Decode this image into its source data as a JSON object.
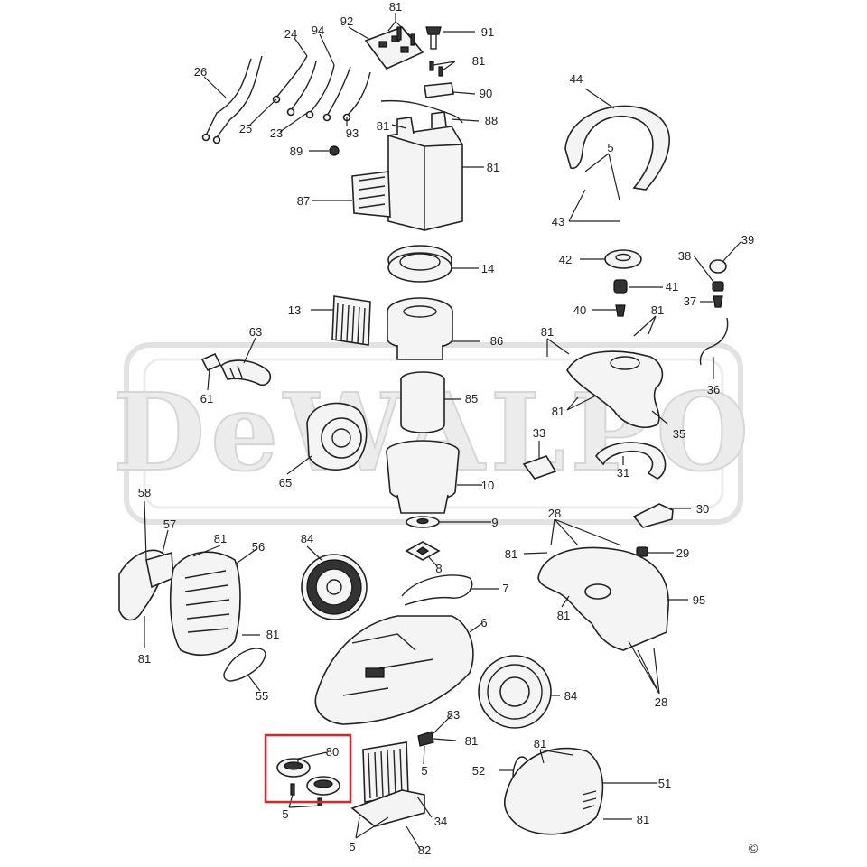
{
  "watermark": "DeWALPO",
  "copyright": "©",
  "highlight": {
    "color": "#d8262d",
    "parts": [
      "80",
      "5"
    ]
  },
  "colors": {
    "line": "#222222",
    "fill": "#f4f4f4",
    "watermark": "#e3e3e3"
  },
  "callouts": [
    {
      "id": "81a",
      "label": "81"
    },
    {
      "id": "91",
      "label": "91"
    },
    {
      "id": "92",
      "label": "92"
    },
    {
      "id": "24",
      "label": "24"
    },
    {
      "id": "94",
      "label": "94"
    },
    {
      "id": "81b",
      "label": "81"
    },
    {
      "id": "26",
      "label": "26"
    },
    {
      "id": "90",
      "label": "90"
    },
    {
      "id": "25",
      "label": "25"
    },
    {
      "id": "23",
      "label": "23"
    },
    {
      "id": "93",
      "label": "93"
    },
    {
      "id": "88",
      "label": "88"
    },
    {
      "id": "81c",
      "label": "81"
    },
    {
      "id": "89",
      "label": "89"
    },
    {
      "id": "81d",
      "label": "81"
    },
    {
      "id": "87",
      "label": "87"
    },
    {
      "id": "44",
      "label": "44"
    },
    {
      "id": "5a",
      "label": "5"
    },
    {
      "id": "43",
      "label": "43"
    },
    {
      "id": "39",
      "label": "39"
    },
    {
      "id": "38",
      "label": "38"
    },
    {
      "id": "42",
      "label": "42"
    },
    {
      "id": "14",
      "label": "14"
    },
    {
      "id": "41",
      "label": "41"
    },
    {
      "id": "37",
      "label": "37"
    },
    {
      "id": "13",
      "label": "13"
    },
    {
      "id": "40",
      "label": "40"
    },
    {
      "id": "81e",
      "label": "81"
    },
    {
      "id": "86",
      "label": "86"
    },
    {
      "id": "63",
      "label": "63"
    },
    {
      "id": "81f",
      "label": "81"
    },
    {
      "id": "36",
      "label": "36"
    },
    {
      "id": "61",
      "label": "61"
    },
    {
      "id": "85",
      "label": "85"
    },
    {
      "id": "81g",
      "label": "81"
    },
    {
      "id": "35",
      "label": "35"
    },
    {
      "id": "33",
      "label": "33"
    },
    {
      "id": "65",
      "label": "65"
    },
    {
      "id": "31",
      "label": "31"
    },
    {
      "id": "10",
      "label": "10"
    },
    {
      "id": "58",
      "label": "58"
    },
    {
      "id": "28a",
      "label": "28"
    },
    {
      "id": "30",
      "label": "30"
    },
    {
      "id": "57",
      "label": "57"
    },
    {
      "id": "9",
      "label": "9"
    },
    {
      "id": "81h",
      "label": "81"
    },
    {
      "id": "84a",
      "label": "84"
    },
    {
      "id": "56",
      "label": "56"
    },
    {
      "id": "81i",
      "label": "81"
    },
    {
      "id": "29",
      "label": "29"
    },
    {
      "id": "8",
      "label": "8"
    },
    {
      "id": "7",
      "label": "7"
    },
    {
      "id": "81j",
      "label": "81"
    },
    {
      "id": "95",
      "label": "95"
    },
    {
      "id": "81k",
      "label": "81"
    },
    {
      "id": "6",
      "label": "6"
    },
    {
      "id": "81l",
      "label": "81"
    },
    {
      "id": "55",
      "label": "55"
    },
    {
      "id": "84b",
      "label": "84"
    },
    {
      "id": "28b",
      "label": "28"
    },
    {
      "id": "83",
      "label": "83"
    },
    {
      "id": "81m",
      "label": "81"
    },
    {
      "id": "80",
      "label": "80"
    },
    {
      "id": "5b",
      "label": "5"
    },
    {
      "id": "81n",
      "label": "81"
    },
    {
      "id": "52",
      "label": "52"
    },
    {
      "id": "51",
      "label": "51"
    },
    {
      "id": "5c",
      "label": "5"
    },
    {
      "id": "34",
      "label": "34"
    },
    {
      "id": "81o",
      "label": "81"
    },
    {
      "id": "5d",
      "label": "5"
    },
    {
      "id": "82",
      "label": "82"
    }
  ]
}
